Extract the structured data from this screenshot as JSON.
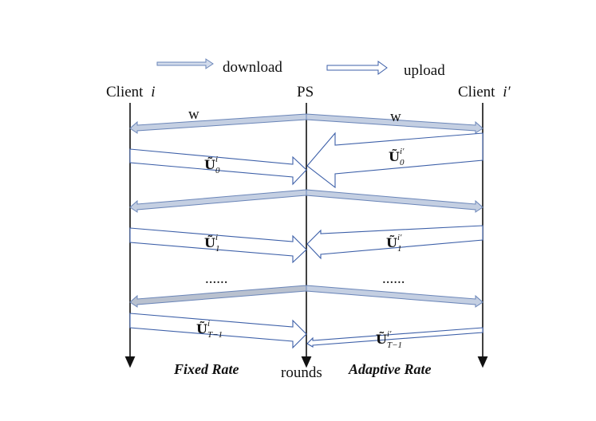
{
  "legend": {
    "download_label": "download",
    "upload_label": "upload"
  },
  "headers": {
    "client_left": "Client",
    "client_left_var": "i",
    "ps": "PS",
    "client_right": "Client",
    "client_right_var": "i′"
  },
  "labels": {
    "w_left": "w",
    "w_right": "w",
    "dots_left": "......",
    "dots_right": "......",
    "fixed_rate": "Fixed Rate",
    "rounds": "rounds",
    "adaptive_rate": "Adaptive Rate"
  },
  "updates_left": [
    {
      "symbol": "Ũ",
      "sup": "i",
      "sub": "0"
    },
    {
      "symbol": "Ũ",
      "sup": "i",
      "sub": "1"
    },
    {
      "symbol": "Ũ",
      "sup": "i",
      "sub": "T−1"
    }
  ],
  "updates_right": [
    {
      "symbol": "Ũ",
      "sup": "i′",
      "sub": "0"
    },
    {
      "symbol": "Ũ",
      "sup": "i′",
      "sub": "1"
    },
    {
      "symbol": "Ũ",
      "sup": "i′",
      "sub": "T−1"
    }
  ],
  "colors": {
    "download_stroke": "#6a85b8",
    "download_fill": "#c4cfe2",
    "upload_stroke": "#3c5fa8",
    "text": "#111111"
  }
}
